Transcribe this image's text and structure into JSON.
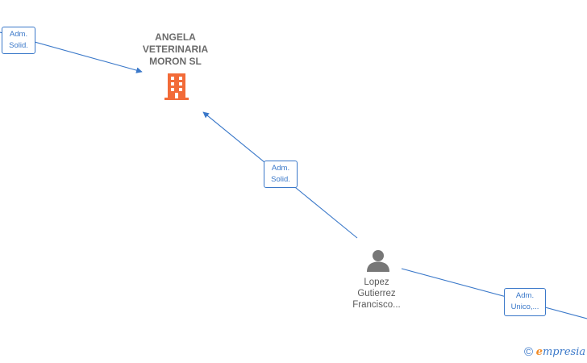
{
  "company": {
    "name_lines": [
      "ANGELA",
      "VETERINARIA",
      "MORON  SL"
    ],
    "icon": "building-icon",
    "icon_color": "#f26b38"
  },
  "person": {
    "name_lines": [
      "Lopez",
      "Gutierrez",
      "Francisco..."
    ],
    "icon": "person-icon",
    "icon_color": "#777777"
  },
  "edges": [
    {
      "label_lines": [
        "Adm.",
        "Solid."
      ]
    },
    {
      "label_lines": [
        "Adm.",
        "Solid."
      ]
    },
    {
      "label_lines": [
        "Adm.",
        "Unico,..."
      ]
    }
  ],
  "footer": {
    "copyright_symbol": "©",
    "brand_first": "e",
    "brand_rest": "mpresia"
  },
  "colors": {
    "edge": "#3a78c9",
    "brand_accent": "#f28a24"
  }
}
